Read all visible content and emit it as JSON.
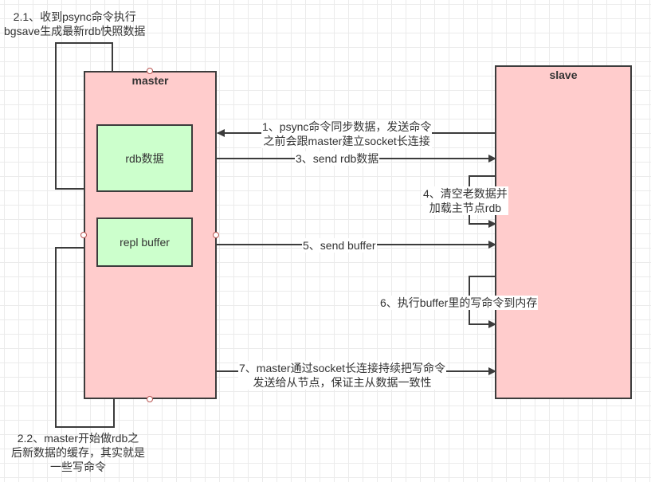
{
  "nodes": {
    "master": {
      "title": "master"
    },
    "slave": {
      "title": "slave"
    },
    "rdb_data": {
      "label": "rdb数据"
    },
    "repl_buffer": {
      "label": "repl buffer"
    }
  },
  "edges": {
    "step_2_1": {
      "label": [
        "2.1、收到psync命令执行",
        "bgsave生成最新rdb快照数据"
      ]
    },
    "step_1": {
      "label": [
        "1、psync命令同步数据，发送命令",
        "之前会跟master建立socket长连接"
      ]
    },
    "step_3": {
      "label": "3、send rdb数据"
    },
    "step_4": {
      "label": [
        "4、清空老数据并",
        "加载主节点rdb"
      ]
    },
    "step_5": {
      "label": "5、send buffer"
    },
    "step_6": {
      "label": "6、执行buffer里的写命令到内存"
    },
    "step_7": {
      "label": [
        "7、master通过socket长连接持续把写命令",
        "发送给从节点，保证主从数据一致性"
      ]
    },
    "step_2_2": {
      "label": [
        "2.2、master开始做rdb之",
        "后新数据的缓存，其实就是",
        "一些写命令"
      ]
    }
  },
  "colors": {
    "node_fill_pink": "#ffcccc",
    "node_fill_green": "#ccffcc",
    "stroke": "#3c3c3c",
    "grid": "#ebebeb"
  }
}
